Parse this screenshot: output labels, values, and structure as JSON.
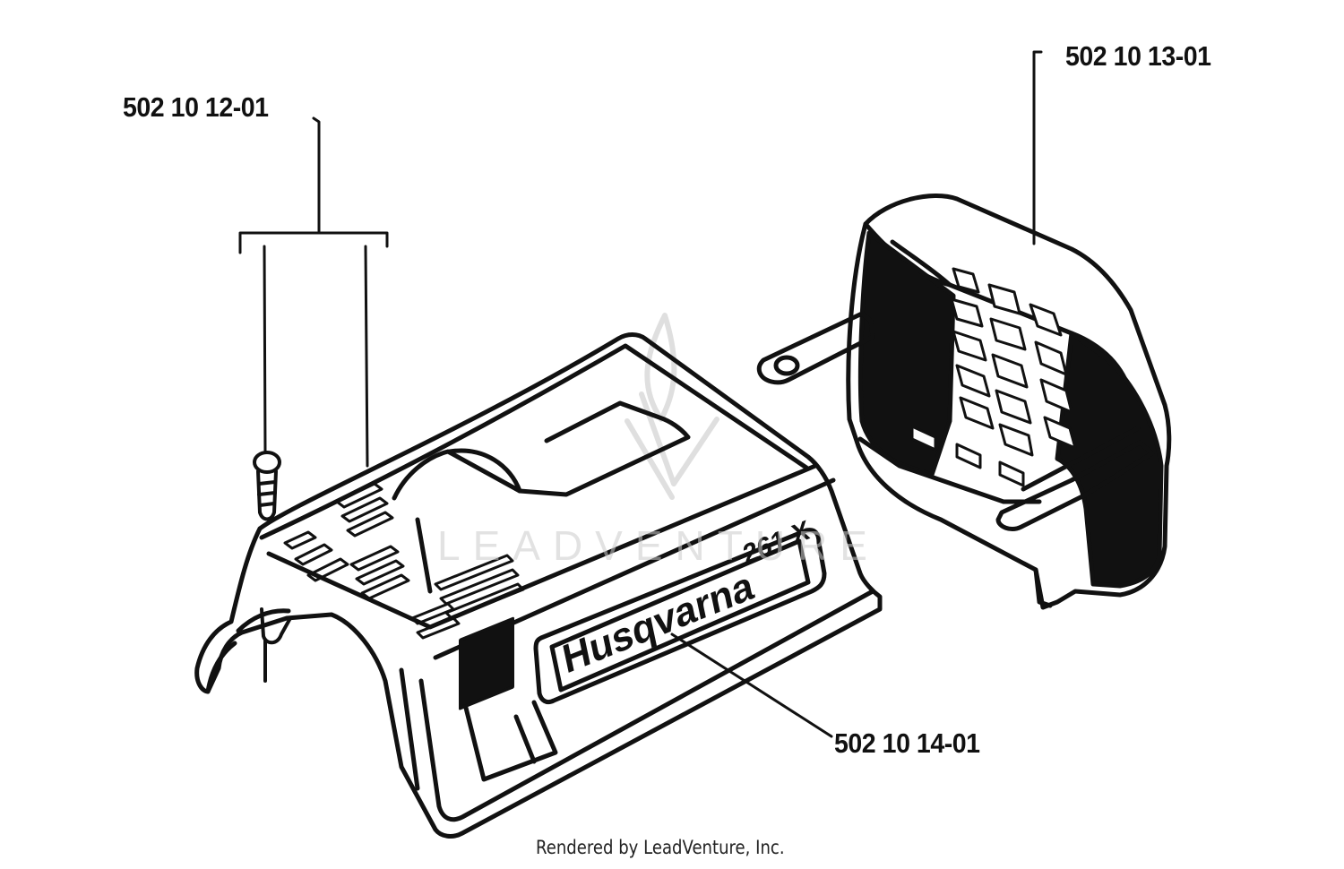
{
  "parts": [
    {
      "number": "502 10 12-01"
    },
    {
      "number": "502 10 13-01"
    },
    {
      "number": "502 10 14-01"
    }
  ],
  "logo_text": "Husqvarna",
  "model_badge_text": "261 X",
  "watermark_text": "LEADVENTURE",
  "credit": "Rendered by LeadVenture, Inc.",
  "colors": {
    "ink": "#111111",
    "watermark": "#cccccc",
    "background": "#ffffff"
  }
}
